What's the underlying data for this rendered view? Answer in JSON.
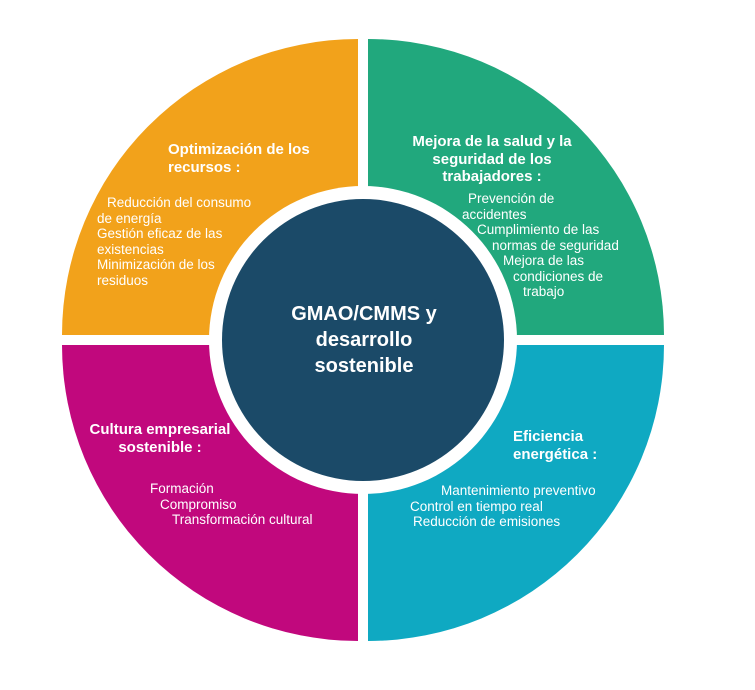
{
  "page": {
    "background_color": "#FFFFFF"
  },
  "diagram": {
    "center": {
      "lines": [
        "GMAO/CMMS y",
        "desarrollo",
        "sostenible"
      ],
      "title": "GMAO/CMMS y desarrollo sostenible",
      "color": "#1B4A68",
      "ring_color": "#FFFFFF",
      "text_color": "#FFFFFF"
    },
    "quadrants": {
      "top_left": {
        "color": "#F2A21B",
        "heading": "Optimización de los recursos :",
        "heading_lines": [
          "Optimización de los",
          "recursos :"
        ],
        "items": [
          "Reducción del consumo de energía",
          "Gestión eficaz de las existencias",
          "Minimización de los residuos"
        ],
        "lines": [
          "Reducción del consumo",
          "de energía",
          "Gestión eficaz de las",
          "existencias",
          "Minimización de los",
          "residuos"
        ]
      },
      "top_right": {
        "color": "#21A87D",
        "heading": "Mejora de la salud y la seguridad de los trabajadores :",
        "heading_lines": [
          "Mejora de la salud y la",
          "seguridad de los",
          "trabajadores :"
        ],
        "items": [
          "Prevención de accidentes",
          "Cumplimiento de las normas de seguridad",
          "Mejora de las condiciones de trabajo"
        ],
        "lines": [
          "Prevención de",
          "accidentes",
          "Cumplimiento de las",
          "normas de seguridad",
          "Mejora de las",
          "condiciones de",
          "trabajo"
        ]
      },
      "bottom_left": {
        "color": "#C1087D",
        "heading": "Cultura empresarial sostenible :",
        "heading_lines": [
          "Cultura empresarial",
          "sostenible :"
        ],
        "items": [
          "Formación",
          "Compromiso",
          "Transformación cultural"
        ],
        "lines": [
          "Formación",
          "Compromiso",
          "Transformación cultural"
        ]
      },
      "bottom_right": {
        "color": "#0FA9C2",
        "heading": "Eficiencia energética :",
        "heading_lines": [
          "Eficiencia",
          "energética :"
        ],
        "items": [
          "Mantenimiento preventivo",
          "Control en tiempo real",
          "Reducción de emisiones"
        ],
        "lines": [
          "Mantenimiento preventivo",
          "Control en tiempo real",
          "Reducción de emisiones"
        ]
      }
    }
  }
}
